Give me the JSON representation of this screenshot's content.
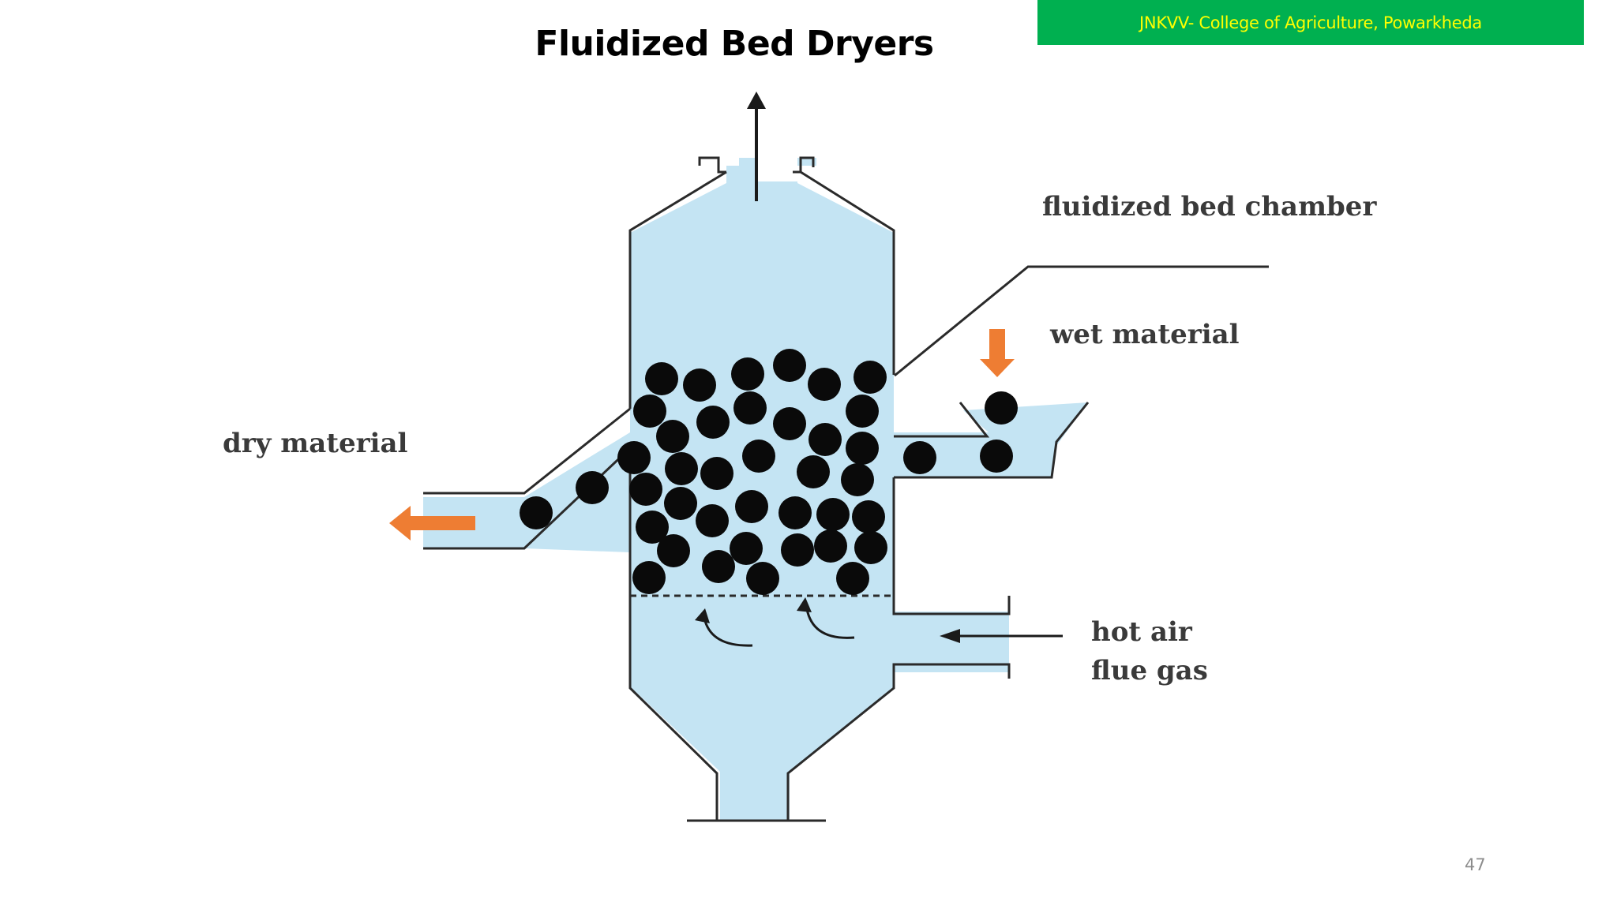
{
  "banner": {
    "text": "JNKVV- College of Agriculture, Powarkheda",
    "background_color": "#00b050",
    "text_color": "#ffff00"
  },
  "title": "Fluidized Bed Dryers",
  "diagram": {
    "labels": {
      "chamber": "fluidized bed chamber",
      "wet_material": "wet material",
      "dry_material": "dry material",
      "hot_air_line1": "hot air",
      "hot_air_line2": "flue gas"
    },
    "colors": {
      "vessel_fill": "#c4e4f3",
      "vessel_outline": "#2a2a2a",
      "particle": "#0a0a0a",
      "flow_arrow": "#ee7d33"
    }
  },
  "page_number": "47"
}
